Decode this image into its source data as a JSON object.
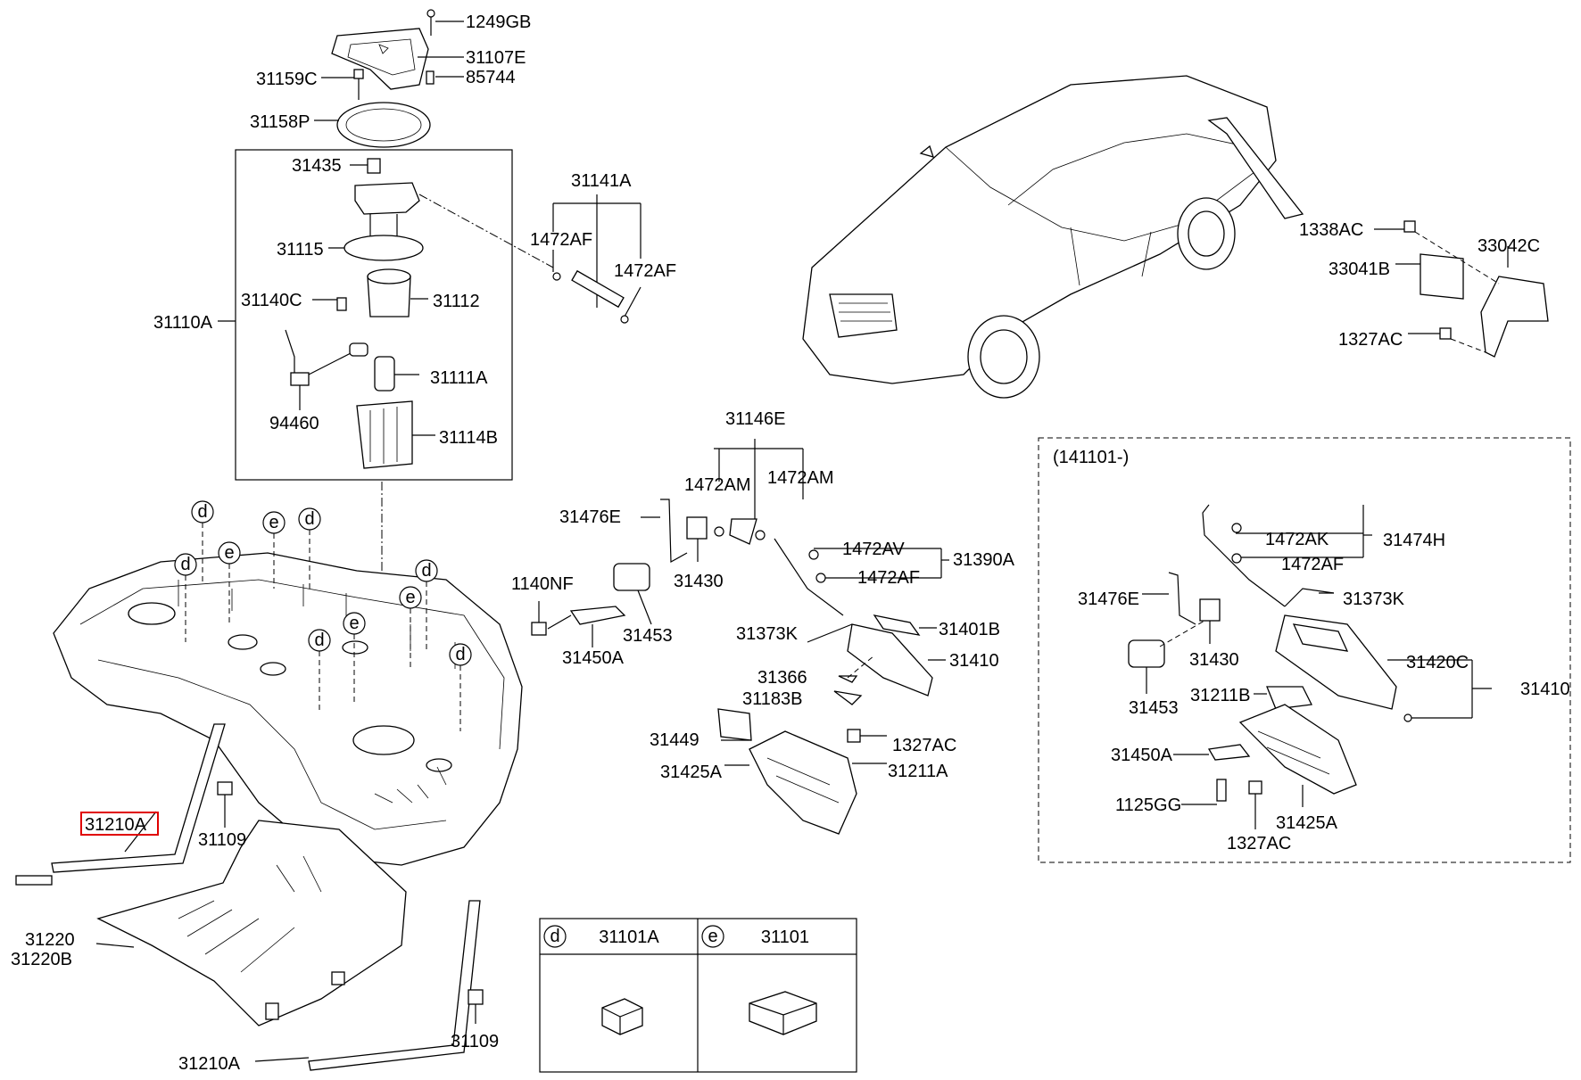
{
  "labels": {
    "l1249GB": "1249GB",
    "l31107E": "31107E",
    "l31159C": "31159C",
    "l85744": "85744",
    "l31158P": "31158P",
    "l31435": "31435",
    "l31115": "31115",
    "l31140C": "31140C",
    "l31112": "31112",
    "l31110A": "31110A",
    "l31111A": "31111A",
    "l94460": "94460",
    "l31114B": "31114B",
    "l31141A": "31141A",
    "l1472AF_a": "1472AF",
    "l1472AF_b": "1472AF",
    "l31146E": "31146E",
    "l1472AM_a": "1472AM",
    "l1472AM_b": "1472AM",
    "l31476E_a": "31476E",
    "l1140NF": "1140NF",
    "l31430_a": "31430",
    "l31453_a": "31453",
    "l31450A_a": "31450A",
    "l1472AV": "1472AV",
    "l31390A": "31390A",
    "l1472AF_c": "1472AF",
    "l31373K_a": "31373K",
    "l31401B": "31401B",
    "l31410_a": "31410",
    "l31366": "31366",
    "l31183B": "31183B",
    "l31449": "31449",
    "l1327AC_a": "1327AC",
    "l31425A_a": "31425A",
    "l31211A": "31211A",
    "l1338AC": "1338AC",
    "l33042C": "33042C",
    "l33041B": "33041B",
    "l1327AC_b": "1327AC",
    "l141101": "(141101-)",
    "l1472AK": "1472AK",
    "l31474H": "31474H",
    "l1472AF_d": "1472AF",
    "l31476E_b": "31476E",
    "l31373K_b": "31373K",
    "l31430_b": "31430",
    "l31420C": "31420C",
    "l31410_b": "31410",
    "l31453_b": "31453",
    "l31211B": "31211B",
    "l31450A_b": "31450A",
    "l1125GG": "1125GG",
    "l31425A_b": "31425A",
    "l1327AC_c": "1327AC",
    "l31210A_a": "31210A",
    "l31109_a": "31109",
    "l31220": "31220",
    "l31220B": "31220B",
    "l31109_b": "31109",
    "l31210A_b": "31210A"
  },
  "callouts": {
    "d": "d",
    "e": "e"
  },
  "legend": {
    "d_letter": "d",
    "d_part": "31101A",
    "e_letter": "e",
    "e_part": "31101"
  },
  "highlight": {
    "part": "31210A",
    "color": "#e00000"
  }
}
